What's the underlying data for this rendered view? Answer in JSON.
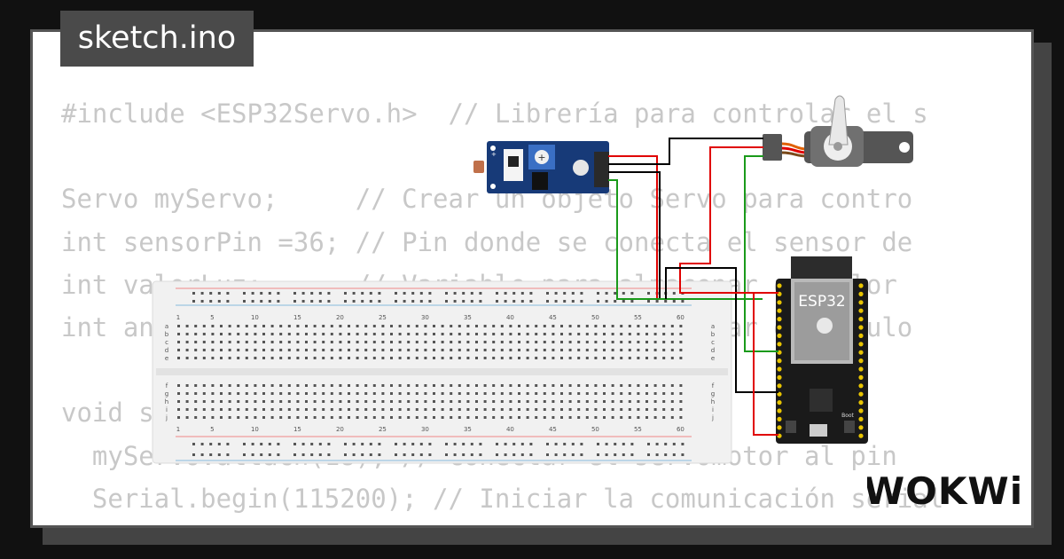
{
  "file_tab": {
    "name": "sketch.ino"
  },
  "code_lines": [
    "#include <ESP32Servo.h>  // Librería para controlar el s",
    "",
    "Servo myServo;     // Crear un objeto Servo para contro",
    "int sensorPin =36; // Pin donde se conecta el sensor de",
    "int valorLuz;      // Variable para almacenar el valor",
    "int angulo;        // Variable para almacenar el ángulo",
    "",
    "void setup() {",
    "  myServo.attach(18); // Conectar el servomotor al pin",
    "  Serial.begin(115200); // Iniciar la comunicación serial",
    "}"
  ],
  "esp32": {
    "label": "ESP32",
    "boot_label": "Boot"
  },
  "breadboard": {
    "col_numbers": [
      "1",
      "5",
      "10",
      "15",
      "20",
      "25",
      "30",
      "35",
      "40",
      "45",
      "50",
      "55",
      "60"
    ],
    "row_letters_top": [
      "a",
      "b",
      "c",
      "d",
      "e"
    ],
    "row_letters_bottom": [
      "f",
      "g",
      "h",
      "i",
      "j"
    ]
  },
  "brand": {
    "logo_text": "WOKWi"
  },
  "colors": {
    "background": "#111111",
    "card": "#ffffff",
    "code_text": "#c8c8c8",
    "tab_bg": "#4a4a4a",
    "sensor_pcb": "#173a78",
    "esp_board": "#1a1a1a",
    "wire_red": "#e00000",
    "wire_black": "#000000",
    "wire_green": "#1a9a1a"
  }
}
